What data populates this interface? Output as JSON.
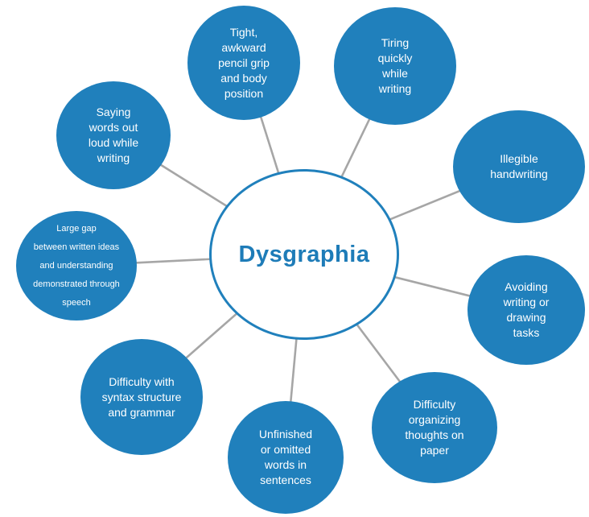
{
  "diagram": {
    "type": "radial-bubble",
    "center": {
      "label": "Dysgraphia"
    },
    "colors": {
      "bubble_fill": "#2080BC",
      "center_border": "#2080BC",
      "center_text": "#1E7CB8",
      "connector": "#A6A6A6",
      "bubble_text": "#FFFFFF",
      "background": "#FFFFFF"
    },
    "nodes": [
      {
        "label": "Tight,\nawkward\npencil grip\nand body\nposition"
      },
      {
        "label": "Tiring\nquickly\nwhile\nwriting"
      },
      {
        "label": "Illegible\nhandwriting"
      },
      {
        "label": "Avoiding\nwriting or\ndrawing\ntasks"
      },
      {
        "label": "Difficulty\norganizing\nthoughts on\npaper"
      },
      {
        "label": "Unfinished\nor omitted\nwords in\nsentences"
      },
      {
        "label": "Difficulty with\nsyntax structure\nand grammar"
      },
      {
        "label": "Large gap\nbetween written ideas\nand understanding\ndemonstrated through\nspeech"
      },
      {
        "label": "Saying\nwords out\nloud while\nwriting"
      }
    ]
  }
}
